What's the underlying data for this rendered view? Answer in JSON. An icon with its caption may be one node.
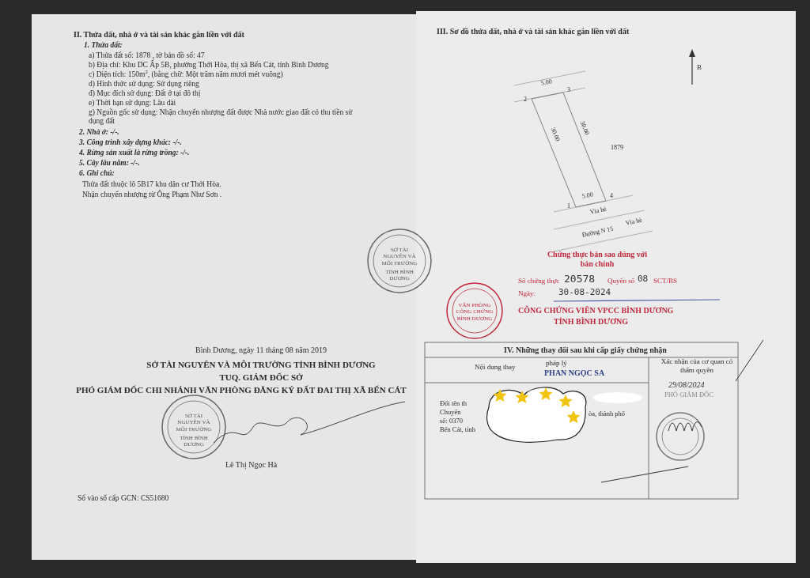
{
  "diagram": {
    "labels": [
      "II. Thửa đất, nhà ở và tài sản khác gắn liền với đất",
      "1. Thửa đất:",
      "a) Thửa đất số: 1878 , tờ bản đồ số: 47",
      "b) Địa chỉ: Khu DC Ấp 5B, phường Thới Hòa, thị xã Bến Cát, tỉnh Bình Dương",
      "c) Diện tích: 150m$^{2}$, (bằng chữ: Một trăm năm mươi mét vuông)",
      "d) Hình thức sử dụng: Sử dụng riêng",
      "đ) Mục đích sử dụng: Đất ở tại đô thị",
      "e) Thời hạn sử dụng: Lâu dài",
      "g) Nguồn gốc sử dụng: Nhận chuyển nhượng đất được Nhà nước giao đất có thu tiền sử dụng đất",
      "2. Nhà ở: -/-.",
      "3. Công trình xây dựng khác: -/-.",
      "4. Rừng sản xuất là rừng trồng: -/-.",
      "5. Cây lâu năm: -/-.",
      "6. Ghi chú:",
      "Thửa đất thuộc lô 5B17 khu dân cư Thới Hòa.",
      "Nhận chuyển nhượng từ Ông Phạm Như Sơn .",
      "SỞ TÀI NGUYÊN VÀ MÔI TRƯỜNG",
      "TỈNH BÌNH DƯƠNG",
      "Bình Dương, ngày 11 tháng 08 năm 2019",
      "SỞ TÀI NGUYÊN VÀ MÔI TRƯỜNG TỈNH BÌNH DƯƠNG",
      "TUQ. GIÁM ĐỐC SỞ",
      "PHÓ GIÁM ĐỐC CHI NHÁNH VĂN PHÒNG ĐĂNG KÝ ĐẤT ĐAI THỊ XÃ BẾN CÁT",
      "SỞ TÀI NGUYÊN VÀ MÔI TRƯỜNG",
      "TỈNH BÌNH DƯƠNG",
      "Lê Thị Ngọc Hà",
      "Số vào sổ cấp GCN: CS51680",
      "III. Sơ đồ thửa đất, nhà ở và tài sản khác gắn liền với đất",
      "2",
      "5.00",
      "3",
      "1879",
      "30.00",
      "30.00",
      "1",
      "5.00",
      "4",
      "Vỉa hè",
      "Đường N 15",
      "Vỉa hè",
      "B",
      "Chứng thực bản sao đúng với bản chính",
      "Số chứng thực",
      "20578",
      "Quyển số",
      "08",
      "SCT/BS",
      "Ngày:",
      "30-08-2024",
      "CÔNG CHỨNG VIÊN VPCC BÌNH DƯƠNG",
      "TỈNH BÌNH DƯƠNG",
      "VĂN PHÒNG CÔNG CHỨNG BÌNH DƯƠNG",
      "IV. Những thay đổi sau khi cấp giấy chứng nhận",
      "Nội dung thay",
      "pháp lý",
      "PHAN NGỌC SA",
      "Xác nhận của cơ quan có thẩm quyền",
      "29/08/2024",
      "PHÓ GIÁM ĐỐC",
      "Đổi tên th",
      "Chuyển",
      "số: 0370",
      "Bến Cát, tỉnh",
      "òa, thành phố"
    ]
  }
}
